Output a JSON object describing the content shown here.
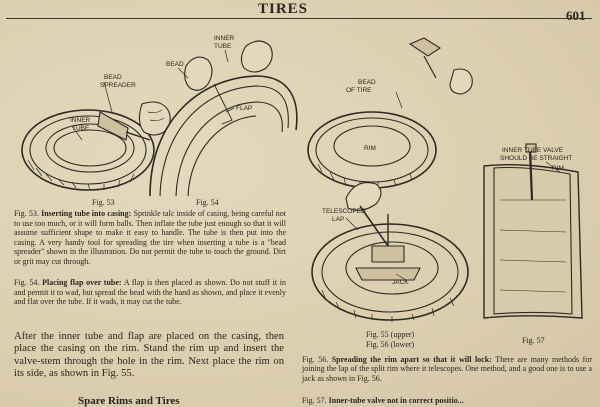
{
  "header": {
    "title": "TIRES",
    "page_number": "601"
  },
  "figures": {
    "fig53_label": "Fig. 53",
    "fig54_label": "Fig. 54",
    "fig55_label": "Fig. 55 (upper)",
    "fig56_label": "Fig. 56 (lower)",
    "fig57_label": "Fig. 57",
    "labels": {
      "bead_spreader_1": "BEAD",
      "bead_spreader_2": "SPREADER",
      "inner_tube_a1": "INNER",
      "inner_tube_a2": "TUBE",
      "bead": "BEAD",
      "inner_tube_b1": "INNER",
      "inner_tube_b2": "TUBE",
      "flap": "FLAP",
      "bead_of_tire_1": "BEAD",
      "bead_of_tire_2": "OF TIRE",
      "rim": "RIM",
      "telescoped_1": "TELESCOPED",
      "telescoped_2": "LAP",
      "jack": "JACK",
      "valve_1": "INNER TUBE VALVE",
      "valve_2": "SHOULD BE STRAIGHT",
      "rim_57": "RIM"
    }
  },
  "captions": {
    "fig53_lead": "Fig. 53.",
    "fig53_title": "Inserting tube into casing:",
    "fig53_text": "Sprinkle talc inside of casing, being careful not to use too much, or it will form balls. Then inflate the tube just enough so that it will assume sufficient shape to make it easy to handle. The tube is then put into the casing. A very handy tool for spreading the tire when inserting a tube is a \"bead spreader\" shown in the illustration. Do not permit the tube to touch the ground. Dirt or grit may cut through.",
    "fig54_lead": "Fig. 54.",
    "fig54_title": "Placing flap over tube:",
    "fig54_text": "A flap is then placed as shown. Do not stuff it in and permit it to wad, but spread the bead with the hand as shown, and place it evenly and flat over the tube. If it wads, it may cut the tube.",
    "fig56_lead": "Fig. 56.",
    "fig56_title": "Spreading the rim apart so that it will lock:",
    "fig56_text": "There are many methods for joining the lap of the split rim where it telescopes. One method, and a good one is to use a jack as shown in Fig. 56.",
    "fig57_lead": "Fig. 57.",
    "fig57_text": "Inner-tube valve not in correct positio..."
  },
  "body": {
    "paragraph": "After the inner tube and flap are placed on the casing, then place the casing on the rim. Stand the rim up and insert the valve-stem through the hole in the rim. Next place the rim on its side, as shown in Fig. 55.",
    "section_heading": "Spare Rims and Tires"
  }
}
